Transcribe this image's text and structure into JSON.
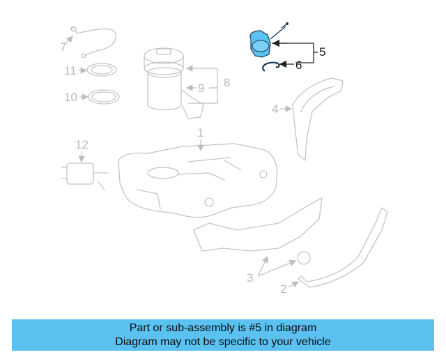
{
  "callouts": {
    "n1": "1",
    "n2": "2",
    "n3": "3",
    "n4": "4",
    "n5": "5",
    "n6": "6",
    "n7": "7",
    "n8": "8",
    "n9": "9",
    "n10": "10",
    "n11": "11",
    "n12": "12"
  },
  "highlight_color": "#5bc1f1",
  "banner": {
    "line1": "Part or sub-assembly is #5 in diagram",
    "line2": "Diagram may not be specific to your vehicle"
  }
}
